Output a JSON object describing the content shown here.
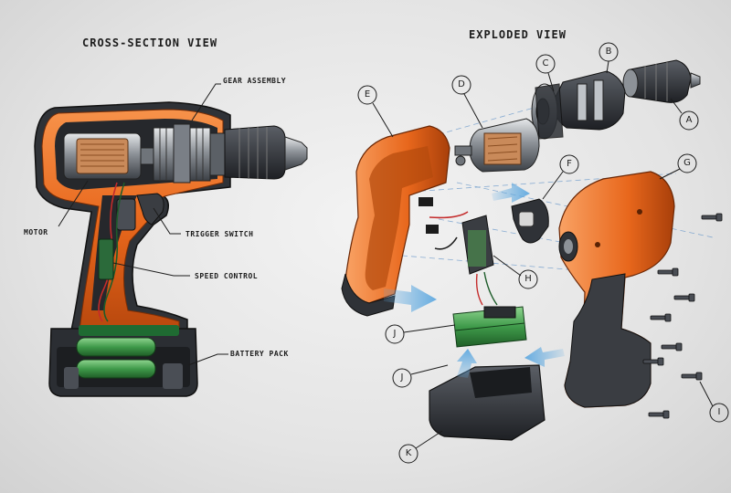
{
  "titles": {
    "cross_section": "CROSS-SECTION VIEW",
    "exploded": "EXPLODED VIEW"
  },
  "cross_section_labels": {
    "gear_assembly": "GEAR ASSEMBLY",
    "motor": "MOTOR",
    "trigger_switch": "TRIGGER SWITCH",
    "speed_control": "SPEED CONTROL",
    "battery_pack": "BATTERY PACK"
  },
  "exploded_letters": {
    "a": "A",
    "b": "B",
    "c": "C",
    "d": "D",
    "e": "E",
    "f": "F",
    "g": "G",
    "h": "H",
    "i": "I",
    "j1": "J",
    "j2": "J",
    "k": "K"
  },
  "colors": {
    "housing_orange": "#e8671c",
    "rubber_dark": "#3a3d42",
    "battery_green": "#3f9a4a",
    "arrow_blue": "#5fa9e0",
    "metal": "#8d9298"
  },
  "icons": {
    "assembly_arrow": "arrow-icon",
    "screw": "screw-icon"
  }
}
